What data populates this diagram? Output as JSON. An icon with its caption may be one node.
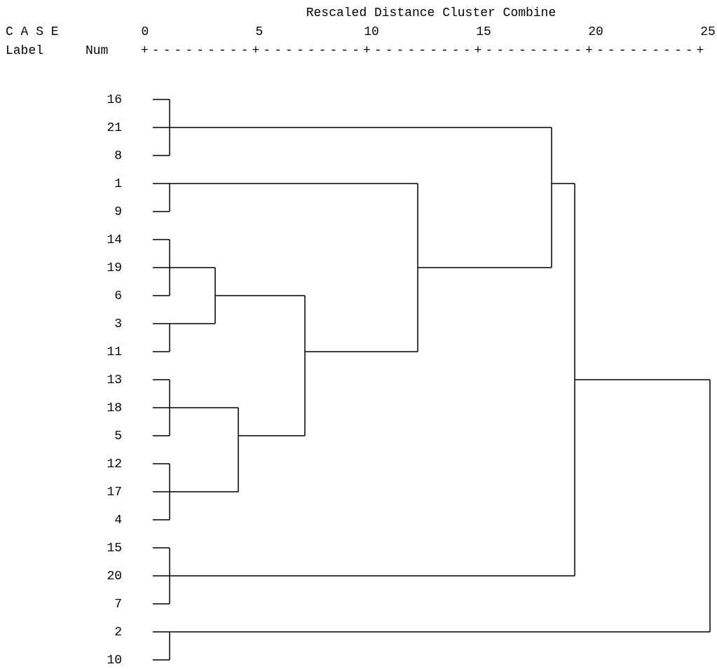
{
  "diagram": {
    "labels": [
      "Rescaled Distance Cluster Combine",
      "C A S E",
      "0",
      "5",
      "10",
      "15",
      "20",
      "25",
      "Label",
      "Num",
      "+---------+---------+---------+---------+---------+",
      "16",
      "21",
      "8",
      "1",
      "9",
      "14",
      "19",
      "6",
      "3",
      "11",
      "13",
      "18",
      "5",
      "12",
      "17",
      "4",
      "15",
      "20",
      "7",
      "2",
      "10"
    ]
  }
}
